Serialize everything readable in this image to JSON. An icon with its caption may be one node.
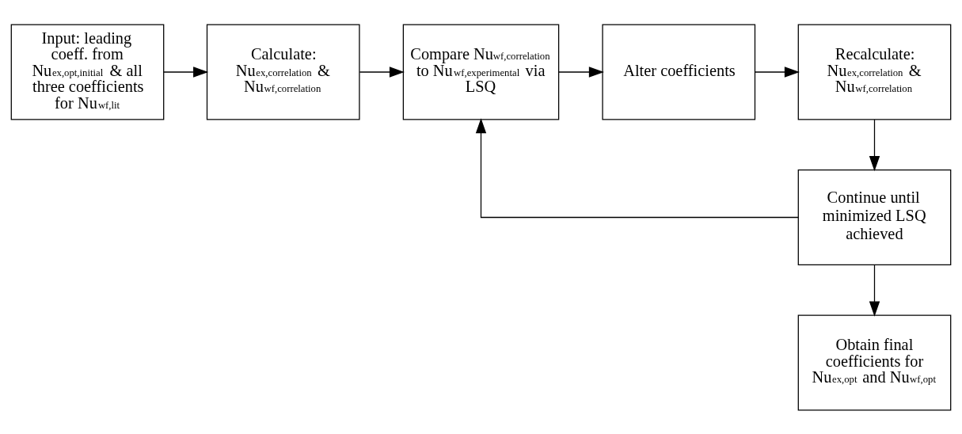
{
  "diagram": {
    "nodes": [
      {
        "text": [
          "Input: leading coeff. from Nu$_{ex,opt,initial}$ & all three coefficients for Nu$_{wf,lit}$"
        ]
      },
      {
        "text": [
          "Calculate: Nu$_{ex,correlation}$ & Nu$_{wf,correlation}$"
        ]
      },
      {
        "text": [
          "Compare Nu$_{wf,correlation}$ to Nu$_{wf,experimental}$ via LSQ"
        ]
      },
      {
        "text": [
          "Alter coefficients"
        ]
      },
      {
        "text": [
          "Recalculate: Nu$_{ex,correlation}$ & Nu$_{wf,correlation}$"
        ]
      },
      {
        "text": [
          "Continue until minimized LSQ achieved"
        ]
      },
      {
        "text": [
          "Obtain final coefficients for Nu$_{ex,opt}$ and Nu$_{wf,opt}$"
        ]
      }
    ],
    "edges": [
      {
        "from": 0,
        "to": 1,
        "arrow": "to"
      },
      {
        "from": 1,
        "to": 2,
        "arrow": "to"
      },
      {
        "from": 2,
        "to": 3,
        "arrow": "to"
      },
      {
        "from": 3,
        "to": 4,
        "arrow": "to"
      },
      {
        "from": 4,
        "to": 5,
        "arrow": "to"
      },
      {
        "from": 5,
        "to": 2,
        "arrow": "to"
      },
      {
        "from": 5,
        "to": 6,
        "arrow": "to"
      }
    ]
  }
}
